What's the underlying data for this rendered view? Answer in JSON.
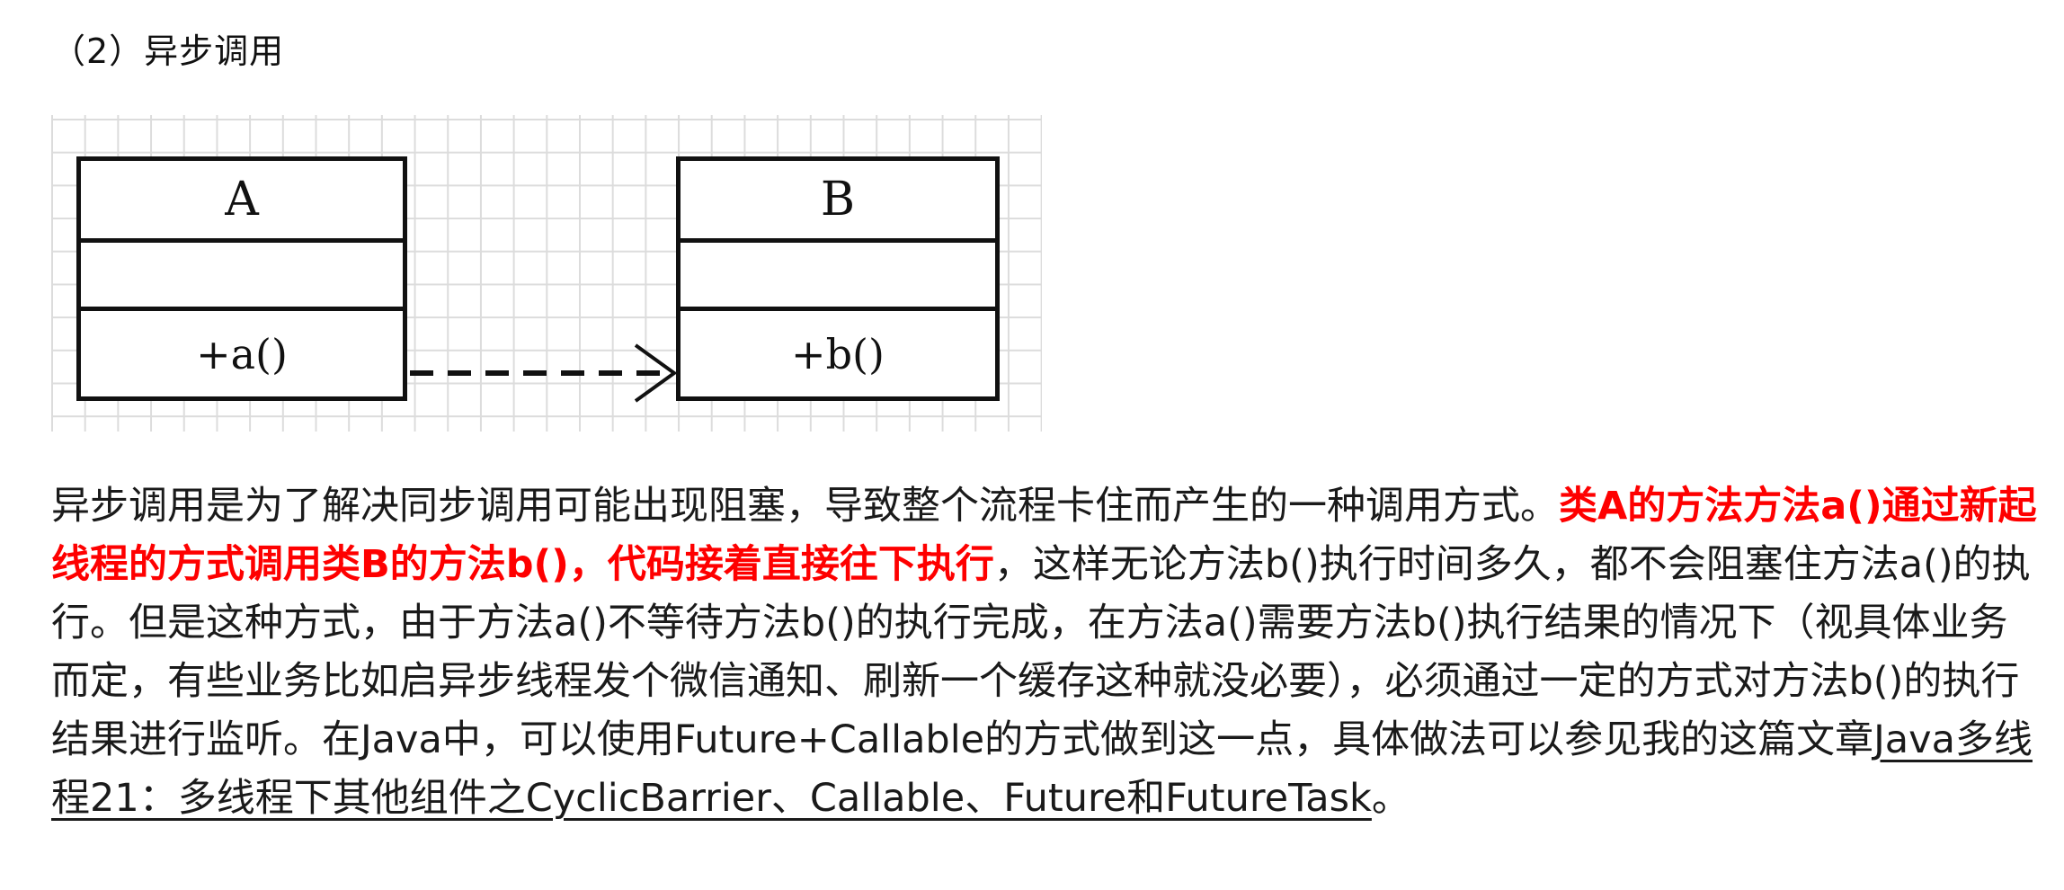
{
  "heading": {
    "text": "（2）异步调用"
  },
  "diagram": {
    "type": "uml-class-diagram",
    "class_a": {
      "name": "A",
      "attributes": "",
      "method": "+a()"
    },
    "class_b": {
      "name": "B",
      "attributes": "",
      "method": "+b()"
    },
    "arrow": {
      "style": "dashed-open-arrow",
      "from": "A.+a()",
      "to": "B.+b()"
    }
  },
  "paragraph": {
    "segments": [
      {
        "style": "normal",
        "text": "异步调用是为了解决同步调用可能出现阻塞，导致整个流程卡住而产生的一种调用方式。"
      },
      {
        "style": "bold-red",
        "text": "类A的方法方法a()通过新起线程的方式调用类B的方法b()，代码接着直接往下执行"
      },
      {
        "style": "normal",
        "text": "，这样无论方法b()执行时间多久，都不会阻塞住方法a()的执行。但是这种方式，由于方法a()不等待方法b()的执行完成，在方法a()需要方法b()执行结果的情况下（视具体业务而定，有些业务比如启异步线程发个微信通知、刷新一个缓存这种就没必要），必须通过一定的方式对方法b()的执行结果进行监听。在Java中，可以使用Future+Callable的方式做到这一点，具体做法可以参见我的这篇文章"
      },
      {
        "style": "link",
        "text": "Java多线程21：多线程下其他组件之CyclicBarrier、Callable、Future和FutureTask"
      },
      {
        "style": "normal",
        "text": "。"
      }
    ]
  },
  "colors": {
    "text": "#1a1a1a",
    "emphasis_red": "#fe0000",
    "box_border": "#111111",
    "grid_line": "#dcdcdc",
    "background": "#ffffff"
  }
}
